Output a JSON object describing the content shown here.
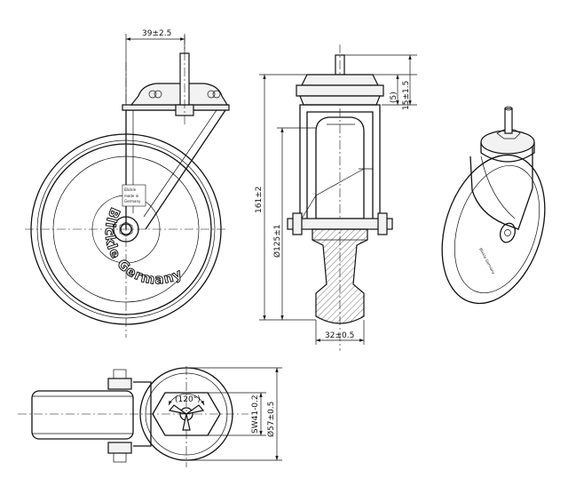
{
  "dimensions": {
    "width_top": "39±2.5",
    "height_total": "161±2",
    "wheel_dia": "Ø125±1",
    "tread_width": "32±0.5",
    "stem_top": "(5)",
    "stem_plate": "15±1.5",
    "hex_angle": "(120°)",
    "sw": "SW41-0.2",
    "bearing_dia": "Ø57±0.5"
  },
  "branding": {
    "wheel_text": "Blickle Germany",
    "label_line1": "Blickle",
    "label_line2": "made in",
    "label_line3": "Germany"
  },
  "icons": {
    "center_lines": "dash-dot",
    "dimension_arrows": "filled-triangle"
  }
}
